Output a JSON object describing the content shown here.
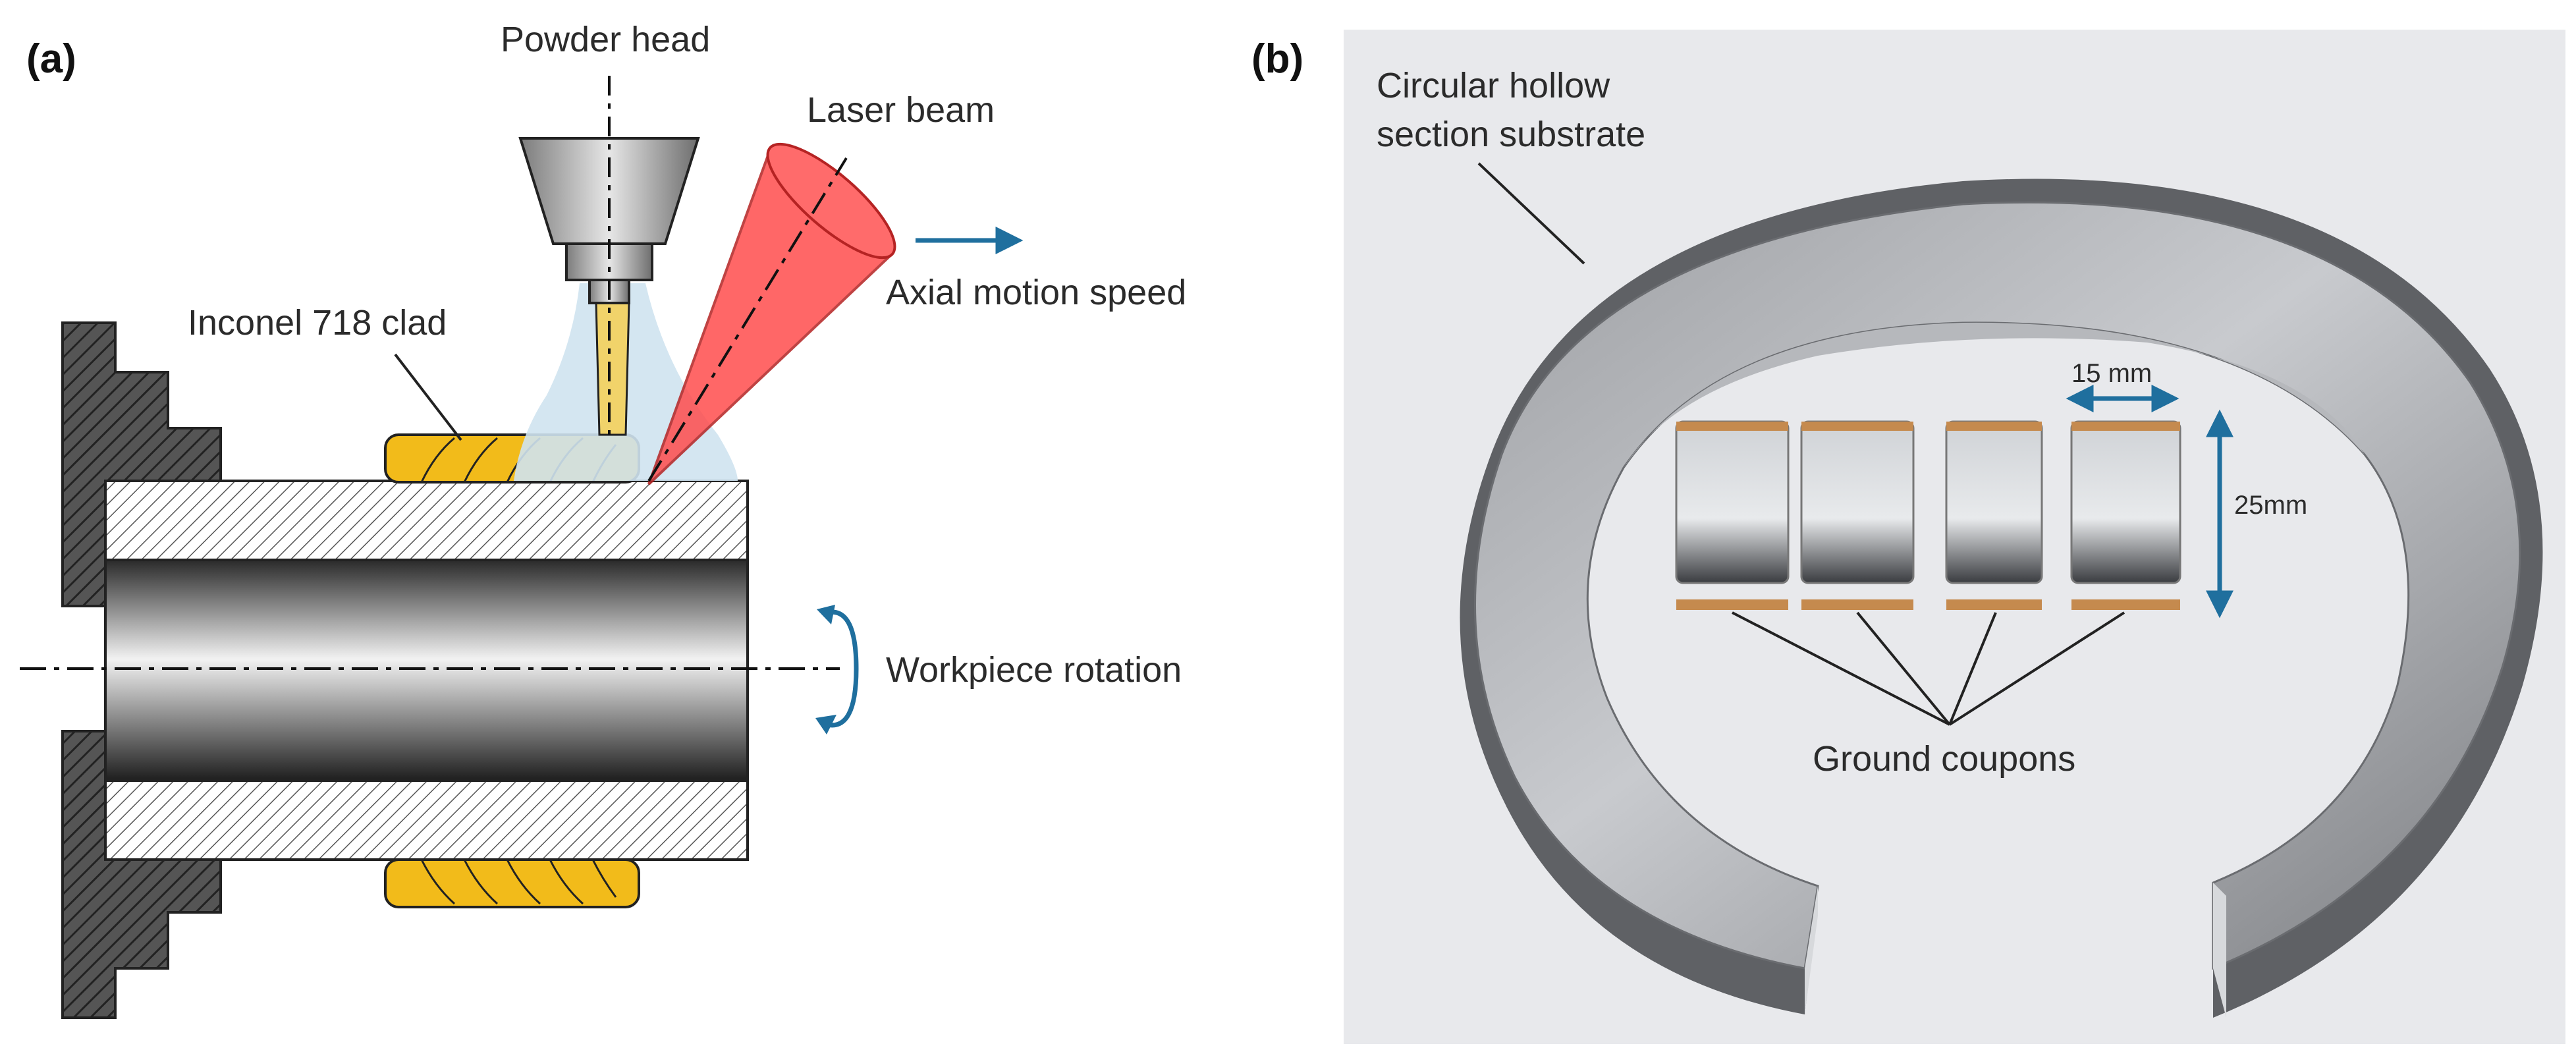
{
  "panel_a": {
    "label": "(a)",
    "powder_head_label": "Powder head",
    "laser_beam_label": "Laser beam",
    "axial_motion_label": "Axial motion speed",
    "clad_label": "Inconel 718 clad",
    "rotation_label": "Workpiece rotation",
    "colors": {
      "accent_arrow": "#1f6f9e",
      "laser": "#ff4d4d",
      "clad": "#f2bb1a",
      "powder": "#f1d36a",
      "shroud": "#cfe3ef"
    }
  },
  "panel_b": {
    "label": "(b)",
    "substrate_label_line1": "Circular hollow",
    "substrate_label_line2": "section substrate",
    "width_label": "15 mm",
    "height_label": "25mm",
    "coupons_label": "Ground coupons",
    "coupon_count": 4,
    "colors": {
      "background": "#e8e9ec",
      "dimension_arrow": "#1f6f9e",
      "copper_layer": "#c58a4e"
    }
  }
}
